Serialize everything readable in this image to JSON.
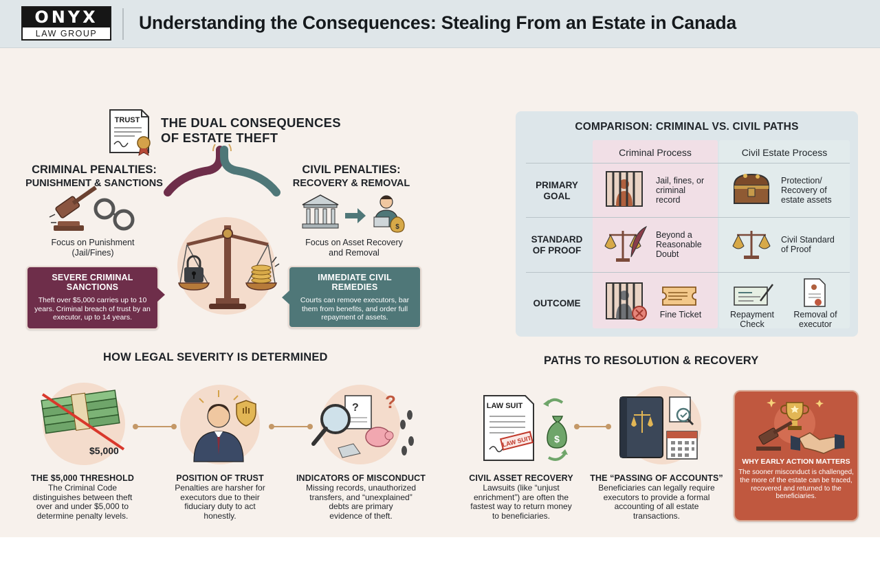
{
  "header": {
    "logo_top": "ONYX",
    "logo_bottom": "LAW GROUP",
    "title": "Understanding the Consequences: Stealing From an Estate in Canada"
  },
  "dual": {
    "badge_text": "TRUST",
    "title_line1": "THE DUAL CONSEQUENCES",
    "title_line2": "OF ESTATE THEFT",
    "criminal": {
      "heading_line1": "CRIMINAL PENALTIES:",
      "heading_line2": "PUNISHMENT & SANCTIONS",
      "caption_line1": "Focus on Punishment",
      "caption_line2": "(Jail/Fines)",
      "callout_title_line1": "SEVERE CRIMINAL",
      "callout_title_line2": "SANCTIONS",
      "callout_text": "Theft over $5,000 carries up to 10 years. Criminal breach of trust by an executor, up to 14 years."
    },
    "civil": {
      "heading_line1": "CIVIL PENALTIES:",
      "heading_line2": "RECOVERY & REMOVAL",
      "caption_line1": "Focus on Asset Recovery",
      "caption_line2": "and Removal",
      "callout_title_line1": "IMMEDIATE CIVIL",
      "callout_title_line2": "REMEDIES",
      "callout_text": "Courts can remove executors, bar them from benefits, and order full repayment of assets."
    }
  },
  "comparison": {
    "title": "COMPARISON: CRIMINAL VS. CIVIL PATHS",
    "col_criminal": "Criminal Process",
    "col_civil": "Civil Estate Process",
    "rows": [
      {
        "label_line1": "PRIMARY",
        "label_line2": "GOAL",
        "criminal_lines": [
          "Jail, fines, or",
          "criminal",
          "record"
        ],
        "civil_lines": [
          "Protection/",
          "Recovery of",
          "estate assets"
        ]
      },
      {
        "label_line1": "STANDARD",
        "label_line2": "OF PROOF",
        "criminal_lines": [
          "Beyond a",
          "Reasonable",
          "Doubt"
        ],
        "civil_lines": [
          "Civil Standard",
          "of Proof"
        ]
      },
      {
        "label_line1": "OUTCOME",
        "label_line2": "",
        "criminal_label": "Fine Ticket",
        "civil_a_lines": [
          "Repayment",
          "Check"
        ],
        "civil_b_lines": [
          "Removal of",
          "executor"
        ]
      }
    ]
  },
  "severity": {
    "heading": "HOW LEGAL SEVERITY IS DETERMINED",
    "money_label": "$5,000",
    "items": [
      {
        "title": "THE $5,000 THRESHOLD",
        "desc_lines": [
          "The Criminal Code",
          "distinguishes between theft",
          "over and under $5,000 to",
          "determine penalty levels."
        ]
      },
      {
        "title": "POSITION OF TRUST",
        "desc_lines": [
          "Penalties are harsher for",
          "executors due to their",
          "fiduciary duty to act",
          "honestly."
        ]
      },
      {
        "title": "INDICATORS OF MISCONDUCT",
        "desc_lines": [
          "Missing records, unauthorized",
          "transfers, and “unexplained”",
          "debts are primary",
          "evidence of theft."
        ]
      }
    ]
  },
  "resolution": {
    "heading": "PATHS TO RESOLUTION & RECOVERY",
    "doc_title": "LAW SUIT",
    "stamp_text": "LAW SUIT",
    "items": [
      {
        "title": "CIVIL ASSET RECOVERY",
        "desc_lines": [
          "Lawsuits (like “unjust",
          "enrichment”) are often the",
          "fastest way to return money",
          "to beneficiaries."
        ]
      },
      {
        "title": "THE “PASSING OF ACCOUNTS”",
        "desc_lines": [
          "Beneficiaries can legally require",
          "executors to provide a formal",
          "accounting of all estate",
          "transactions."
        ]
      }
    ],
    "early": {
      "title": "WHY EARLY ACTION MATTERS",
      "desc": "The sooner misconduct is challenged, the more of the estate can be traced, recovered and returned to the beneficiaries."
    }
  },
  "colors": {
    "criminal": "#6e2e4a",
    "civil": "#4f7778",
    "accent": "#c0583f",
    "gold": "#c49867",
    "cream": "#f7f1ec"
  }
}
